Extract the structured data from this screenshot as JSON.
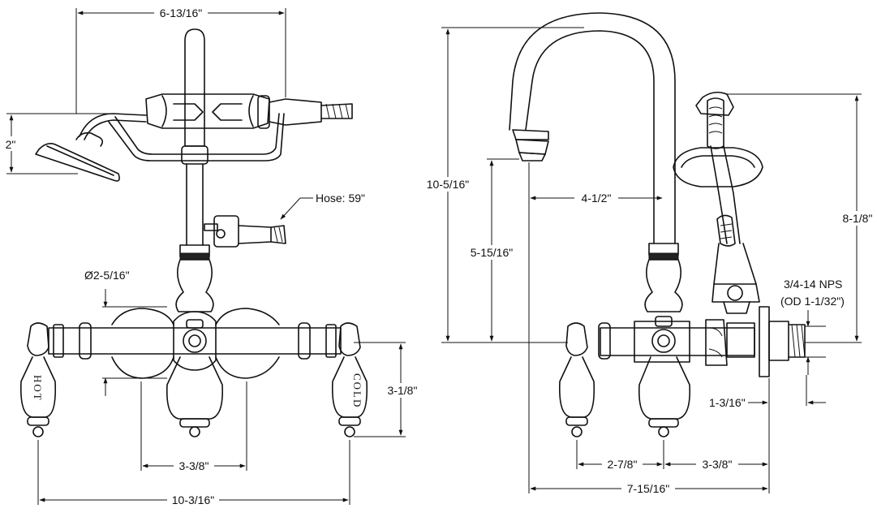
{
  "diagram": {
    "front_view": {
      "width_top": "6-13/16\"",
      "handshower_height": "2\"",
      "hose": "Hose: 59\"",
      "body_diameter": "Ø2-5/16\"",
      "handle_height": "3-1/8\"",
      "centers": "3-3/8\"",
      "overall_width": "10-3/16\"",
      "hot_handle": "HOT",
      "cold_handle": "COLD"
    },
    "side_view": {
      "overall_height": "10-5/16\"",
      "spout_clearance": "5-15/16\"",
      "spout_reach": "4-1/2\"",
      "cradle_height": "8-1/8\"",
      "thread": "3/4-14 NPS",
      "thread_od": "(OD 1-1/32\")",
      "inlet_offset": "1-3/16\"",
      "handle_offset": "2-7/8\"",
      "inlet_centers": "3-3/8\"",
      "overall_depth": "7-15/16\""
    }
  }
}
